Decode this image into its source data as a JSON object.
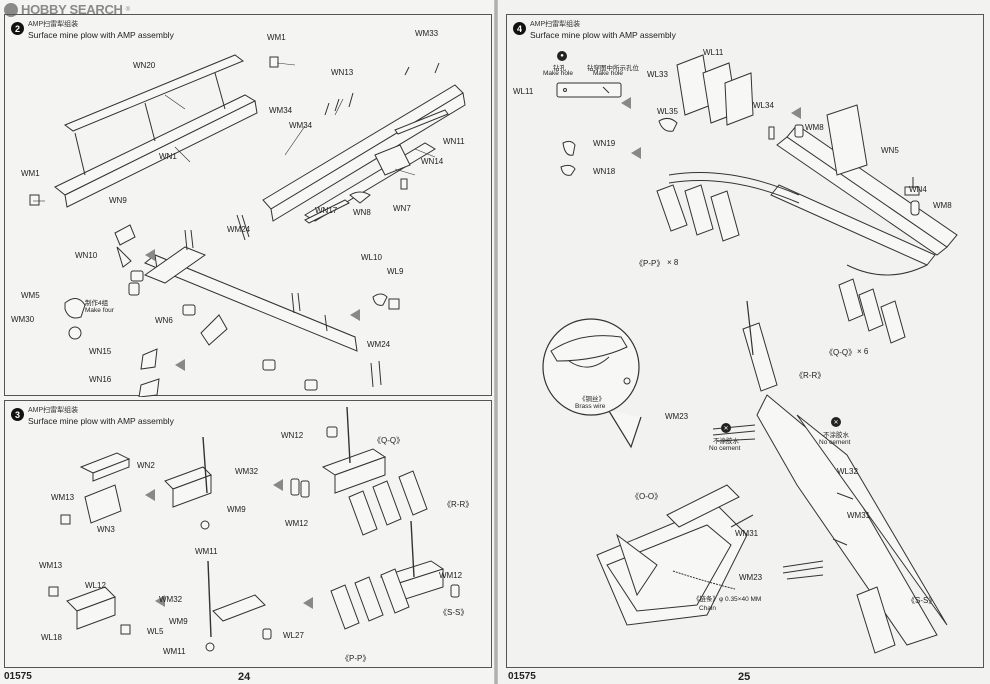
{
  "watermark": {
    "brand": "HOBBY SEARCH",
    "reg": "®"
  },
  "left_page": {
    "footer_code": "01575",
    "page_number": "24",
    "step2": {
      "number": "2",
      "title_cn": "AMP扫雷犁组装",
      "title_en": "Surface mine plow with AMP assembly",
      "labels": [
        "WN20",
        "WM1",
        "WN1",
        "WM1",
        "WN13",
        "WM33",
        "WM34",
        "WM34",
        "WN11",
        "WN14",
        "WN17",
        "WN8",
        "WN7",
        "WM24",
        "WN9",
        "WN10",
        "WL10",
        "WL9",
        "WM5",
        "WM30",
        "WN6",
        "WN15",
        "WN16",
        "WM24"
      ],
      "note_cn": "制作4组",
      "note_en": "Make four"
    },
    "step3": {
      "number": "3",
      "title_cn": "AMP扫雷犁组装",
      "title_en": "Surface mine plow with AMP assembly",
      "labels": [
        "WN2",
        "WM32",
        "WN12",
        "WM13",
        "WN3",
        "WM9",
        "WM11",
        "WM12",
        "WM13",
        "WL12",
        "WM32",
        "WM12",
        "WL18",
        "WL5",
        "WM9",
        "WL27",
        "WM11"
      ],
      "refs": [
        "《Q-Q》",
        "《R-R》",
        "《P-P》",
        "《S-S》"
      ]
    }
  },
  "right_page": {
    "footer_code": "01575",
    "page_number": "25",
    "step4": {
      "number": "4",
      "title_cn": "AMP扫雷犁组装",
      "title_en": "Surface mine plow with AMP assembly",
      "drill_cn": "钻孔",
      "drill_en": "Make hole",
      "hole_cn": "钻穿图中所示孔位",
      "hole_en": "Make hole",
      "labels": [
        "WL11",
        "WL33",
        "WL11",
        "WL35",
        "WL34",
        "WM8",
        "WN19",
        "WN18",
        "WN5",
        "WN4",
        "WM8",
        "WM23",
        "WL32",
        "WM31",
        "WM31",
        "WM23"
      ],
      "refs": [
        "《P-P》",
        "× 8",
        "《Q-Q》",
        "× 6",
        "《R-R》",
        "《O-O》",
        "《S-S》"
      ],
      "brass_cn": "《铜丝》",
      "brass_en": "Brass wire",
      "no_cement_cn": "不涂胶水",
      "no_cement_en": "No cement",
      "chain_cn": "《链条》φ 0.35×40 MM",
      "chain_en": "Chain"
    }
  }
}
